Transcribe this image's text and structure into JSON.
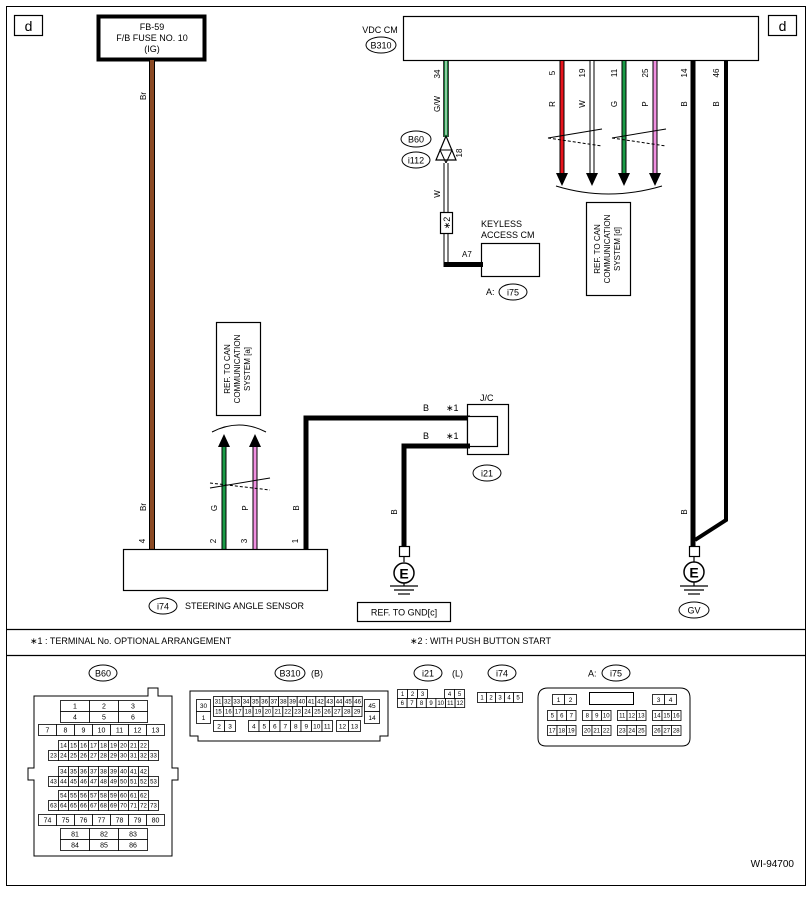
{
  "diagram": {
    "page_tag_left": "d",
    "page_tag_right": "d",
    "fuse_box": {
      "line1": "FB-59",
      "line2": "F/B FUSE NO. 10",
      "line3": "(IG)"
    },
    "fuse_wire_color": "Br",
    "vdc": {
      "title": "VDC CM",
      "connector": "B310",
      "pins": [
        {
          "pin": "34",
          "color": "G/W"
        },
        {
          "pin": "5",
          "color": "R"
        },
        {
          "pin": "19",
          "color": "W"
        },
        {
          "pin": "11",
          "color": "G"
        },
        {
          "pin": "25",
          "color": "P"
        },
        {
          "pin": "14",
          "color": "B"
        },
        {
          "pin": "46",
          "color": "B"
        }
      ]
    },
    "joint": {
      "conn_top": "B60",
      "conn_bottom": "i112",
      "pin": "18",
      "wire_color": "W",
      "marker": "∗2"
    },
    "keyless": {
      "line1": "KEYLESS",
      "line2": "ACCESS CM",
      "pin": "A7",
      "conn_prefix": "A:",
      "conn": "i75"
    },
    "can_ref_right": {
      "line1": "REF. TO CAN",
      "line2": "COMMUNICATION",
      "line3": "SYSTEM [d]"
    },
    "can_ref_left": {
      "line1": "REF. TO CAN",
      "line2": "COMMUNICATION",
      "line3": "SYSTEM [a]"
    },
    "jc": {
      "label": "J/C",
      "conn": "i21",
      "wire_color_1": "B",
      "wire_color_2": "B",
      "mark_1": "∗1",
      "mark_2": "∗1"
    },
    "sensor": {
      "conn": "i74",
      "label": "STEERING ANGLE SENSOR",
      "pins": [
        {
          "pin": "4",
          "color": "Br"
        },
        {
          "pin": "2",
          "color": "G"
        },
        {
          "pin": "3",
          "color": "P"
        },
        {
          "pin": "1",
          "color": "B"
        }
      ]
    },
    "ground_left": {
      "symbol": "E",
      "wire_color": "B",
      "ref": "REF. TO GND[c]"
    },
    "ground_right": {
      "symbol": "E",
      "wire_color": "B",
      "conn": "GV"
    },
    "notes": {
      "note1": "∗1  : TERMINAL No. OPTIONAL ARRANGEMENT",
      "note2": "∗2  : WITH PUSH BUTTON START"
    },
    "connectors": {
      "b60": {
        "title": "B60",
        "rows": [
          [
            "1",
            "2",
            "3"
          ],
          [
            "4",
            "5",
            "6"
          ],
          [
            "7",
            "8",
            "9",
            "10",
            "11",
            "12",
            "13"
          ],
          [
            "14",
            "15",
            "16",
            "17",
            "18",
            "19",
            "20",
            "21",
            "22"
          ],
          [
            "23",
            "24",
            "25",
            "26",
            "27",
            "28",
            "29",
            "30",
            "31",
            "32",
            "33"
          ],
          [
            "34",
            "35",
            "36",
            "37",
            "38",
            "39",
            "40",
            "41",
            "42"
          ],
          [
            "43",
            "44",
            "45",
            "46",
            "47",
            "48",
            "49",
            "50",
            "51",
            "52",
            "53"
          ],
          [
            "54",
            "55",
            "56",
            "57",
            "58",
            "59",
            "60",
            "61",
            "62"
          ],
          [
            "63",
            "64",
            "65",
            "66",
            "67",
            "68",
            "69",
            "70",
            "71",
            "72",
            "73"
          ],
          [
            "74",
            "75",
            "76",
            "77",
            "78",
            "79",
            "80"
          ],
          [
            "81",
            "82",
            "83"
          ],
          [
            "84",
            "85",
            "86"
          ]
        ]
      },
      "b310": {
        "title": "B310",
        "suffix": "(B)",
        "row1": [
          "31",
          "32",
          "33",
          "34",
          "35",
          "36",
          "37",
          "38",
          "39",
          "40",
          "41",
          "42",
          "43",
          "44",
          "45",
          "46"
        ],
        "row2": [
          "15",
          "16",
          "17",
          "18",
          "19",
          "20",
          "21",
          "22",
          "23",
          "24",
          "25",
          "26",
          "27",
          "28",
          "29"
        ],
        "row3a": [
          "2",
          "3"
        ],
        "row3b": [
          "4",
          "5",
          "6",
          "7",
          "8",
          "9",
          "10",
          "11"
        ],
        "row3c": [
          "12",
          "13"
        ],
        "left": [
          "30",
          "1"
        ],
        "right": [
          "45",
          "14"
        ]
      },
      "i21": {
        "title": "i21",
        "suffix": "(L)",
        "top_left": [
          "1",
          "2",
          "3"
        ],
        "top_right": [
          "4",
          "5"
        ],
        "bottom": [
          "6",
          "7",
          "8",
          "9",
          "10",
          "11",
          "12"
        ]
      },
      "i74": {
        "title": "i74",
        "pins": [
          "1",
          "2",
          "3",
          "4",
          "5"
        ]
      },
      "i75": {
        "prefix": "A:",
        "title": "i75",
        "row1a": [
          "1",
          "2"
        ],
        "row1b": [
          "3",
          "4"
        ],
        "row2a": [
          "5",
          "6",
          "7"
        ],
        "row2b": [
          "8",
          "9",
          "10"
        ],
        "row2c": [
          "11",
          "12",
          "13"
        ],
        "row2d": [
          "14",
          "15",
          "16"
        ],
        "row3a": [
          "17",
          "18",
          "19"
        ],
        "row3b": [
          "20",
          "21",
          "22"
        ],
        "row3c": [
          "23",
          "24",
          "25"
        ],
        "row3d": [
          "26",
          "27",
          "28"
        ]
      }
    },
    "figure_id": "WI-94700",
    "colors": {
      "brown": "#8b4a24",
      "red": "#e8141c",
      "green": "#1a9a46",
      "pink": "#f090e0",
      "black": "#000000"
    }
  }
}
